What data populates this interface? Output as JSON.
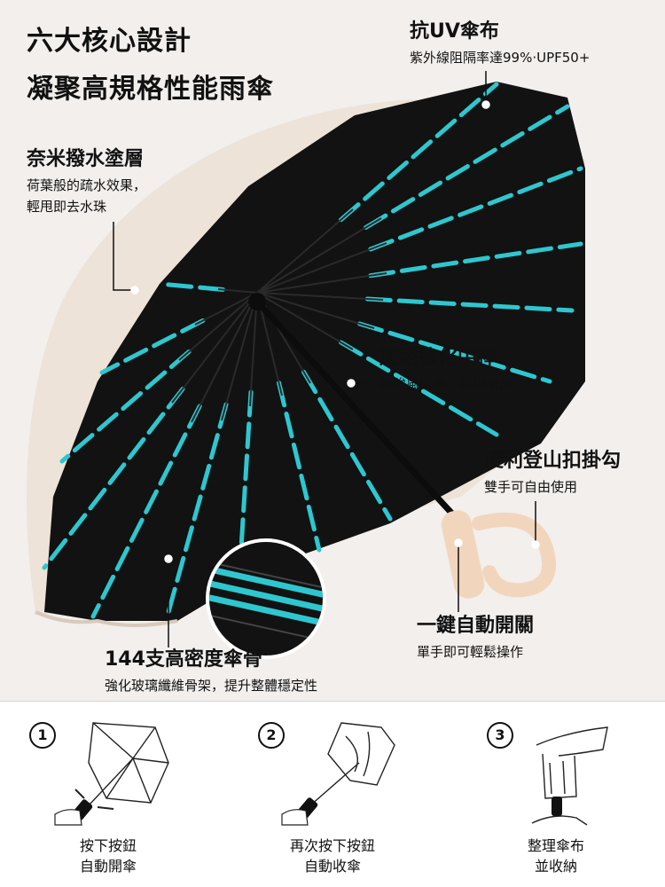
{
  "headline": {
    "line1": "六大核心設計",
    "line2": "凝聚高規格性能雨傘"
  },
  "features": [
    {
      "title": "抗UV傘布",
      "desc": "紫外線阻隔率達99%‧UPF50+"
    },
    {
      "title": "奈米撥水塗層",
      "desc_line1": "荷葉般的疏水效果，",
      "desc_line2": "輕甩即去水珠"
    },
    {
      "title": "加粗強化中棒",
      "desc": "抗強風結構，穩固耐用"
    },
    {
      "title": "便利登山扣掛勾",
      "desc": "雙手可自由使用"
    },
    {
      "title": "一鍵自動開關",
      "desc": "單手即可輕鬆操作"
    },
    {
      "title": "144支高密度傘骨",
      "desc": "強化玻璃纖維骨架，提升整體穩定性"
    }
  ],
  "steps": [
    {
      "num": "1",
      "line1": "按下按鈕",
      "line2": "自動開傘"
    },
    {
      "num": "2",
      "line1": "再次按下按鈕",
      "line2": "自動收傘"
    },
    {
      "num": "3",
      "line1": "整理傘布",
      "line2": "並收納"
    }
  ],
  "colors": {
    "canopy_outer": "#eee3d8",
    "canopy_inner": "#111111",
    "ribs": "#2ec7cf",
    "handle": "#f1d6bd",
    "background": "#f2efec"
  }
}
